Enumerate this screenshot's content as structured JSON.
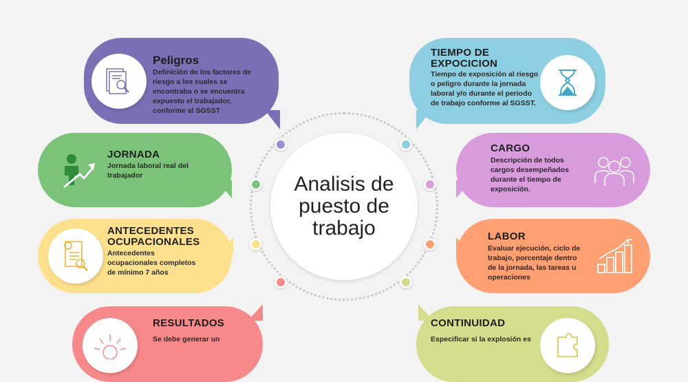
{
  "center": {
    "title": "Analisis de puesto de trabajo"
  },
  "items": [
    {
      "title": "Peligros",
      "text": "Definición de los factores de riesgo a los cuales se encontraba o se encuentra expuesto el trabajador, conforme al SGSST",
      "color": "#7b70b5",
      "icon": "document-search-icon"
    },
    {
      "title": "TIEMPO DE EXPOCICION",
      "text": "Tiempo de exposición al riesgo o peligro durante la jornada laboral y/o durante el periodo de trabajo conforme al SGSST.",
      "color": "#8dcfe2",
      "icon": "hourglass-icon"
    },
    {
      "title": "JORNADA",
      "text": "Jornada laboral real del trabajador",
      "color": "#7cc37a",
      "icon": "person-growth-icon"
    },
    {
      "title": "CARGO",
      "text": "Descripción de todos cargos desempeñados durante el tiempo de exposición.",
      "color": "#d89bdb",
      "icon": "team-icon"
    },
    {
      "title": "ANTECEDENTES OCUPACIONALES",
      "text": "Antecedentes ocupacionales completos de mínimo 7 años",
      "color": "#fde08c",
      "icon": "document-magnifier-icon"
    },
    {
      "title": "LABOR",
      "text": "Evaluar ejecución, ciclo de trabajo, porcentaje dentro de la jornada, las tareas u operaciones",
      "color": "#fea072",
      "icon": "bar-chart-icon"
    },
    {
      "title": "RESULTADOS",
      "text": "Se debe generar un",
      "color": "#f7898a",
      "icon": "sun-icon"
    },
    {
      "title": "CONTINUIDAD",
      "text": "Especificar si la explosión es",
      "color": "#d5dc8c",
      "icon": "puzzle-icon"
    }
  ]
}
